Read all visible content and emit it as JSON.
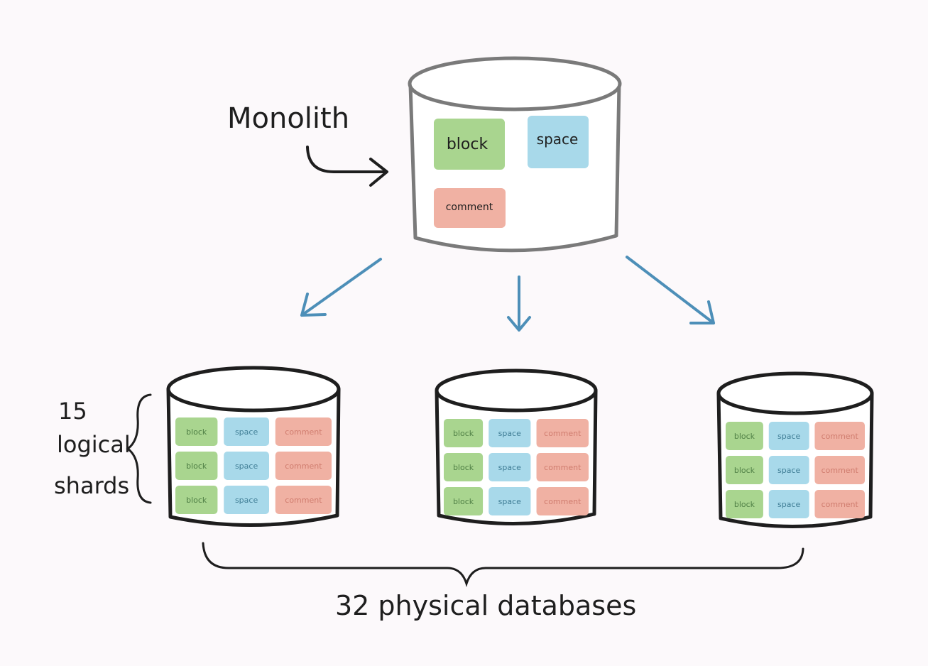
{
  "diagram": {
    "monolith": {
      "label": "Monolith",
      "tables": [
        {
          "name": "block",
          "color": "#a9d58f",
          "text_color": "#4f7f45"
        },
        {
          "name": "space",
          "color": "#a8d9ea",
          "text_color": "#3f7d95"
        },
        {
          "name": "comment",
          "color": "#f0b1a3",
          "text_color": "#d07d6f"
        }
      ]
    },
    "logical_shards_label": "15 logical shards",
    "physical_label": "32 physical databases",
    "shard_rows": [
      [
        "block",
        "space",
        "comment"
      ],
      [
        "block",
        "space",
        "comment"
      ],
      [
        "block",
        "space",
        "comment"
      ]
    ],
    "colors": {
      "block": "#a9d58f",
      "space": "#a8d9ea",
      "comment": "#f0b1a3",
      "arrow": "#4d8fb8",
      "ink": "#2a2a2a"
    }
  }
}
